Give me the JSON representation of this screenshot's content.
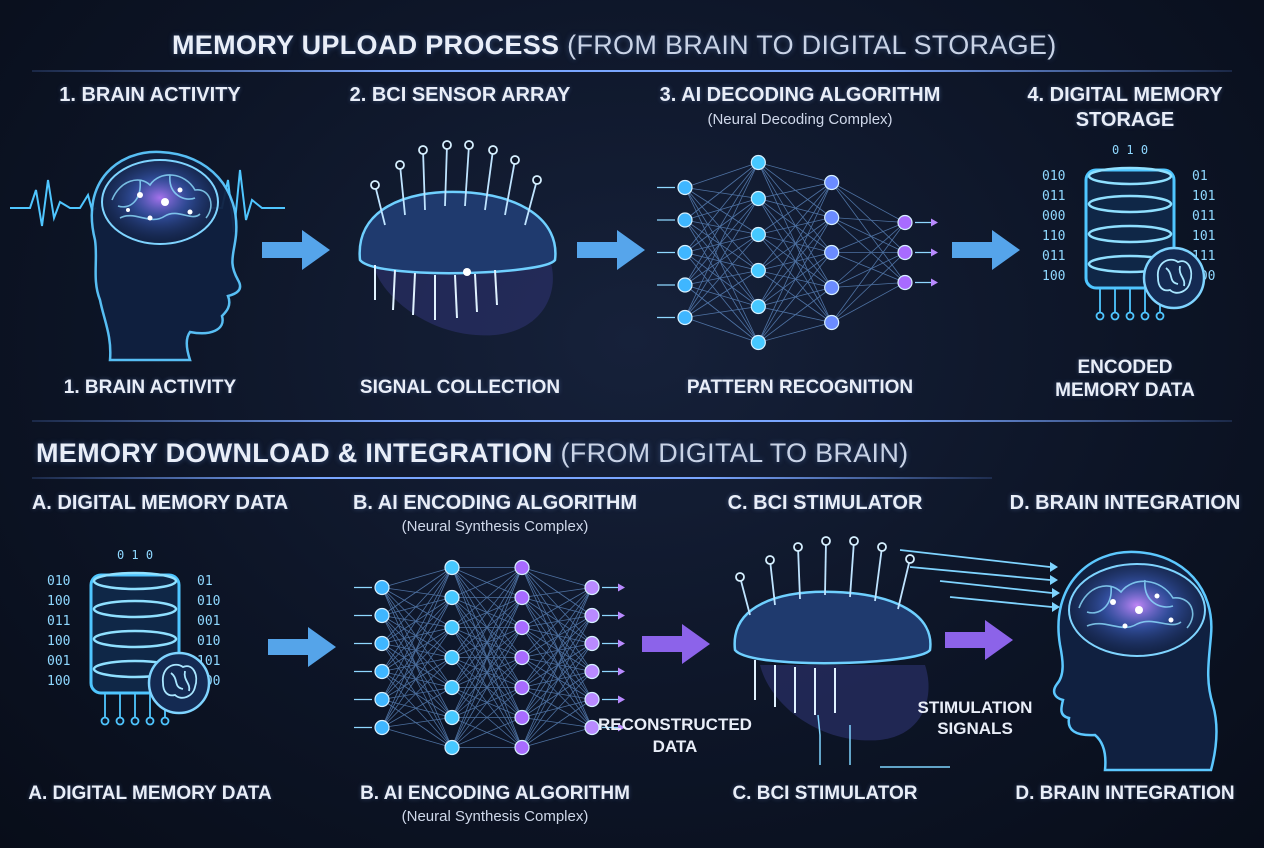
{
  "upload": {
    "title": "MEMORY UPLOAD PROCESS",
    "subtitle": "(FROM BRAIN TO DIGITAL STORAGE)",
    "steps": [
      {
        "heading": "1. BRAIN ACTIVITY",
        "caption": "1. BRAIN ACTIVITY"
      },
      {
        "heading": "2. BCI SENSOR ARRAY",
        "caption": "SIGNAL COLLECTION"
      },
      {
        "heading": "3. AI DECODING ALGORITHM",
        "note": "(Neural Decoding Complex)",
        "caption": "PATTERN RECOGNITION"
      },
      {
        "heading_line1": "4. DIGITAL MEMORY",
        "heading_line2": "STORAGE",
        "caption_line1": "ENCODED",
        "caption_line2": "MEMORY DATA"
      }
    ],
    "binary_left": [
      "010",
      "011",
      "000",
      "110",
      "011",
      "100"
    ],
    "binary_right": [
      "01",
      "101",
      "011",
      "101",
      "111",
      "100"
    ],
    "binary_top": "0 1 0"
  },
  "download": {
    "title": "MEMORY DOWNLOAD & INTEGRATION",
    "subtitle": "(FROM DIGITAL TO BRAIN)",
    "steps": [
      {
        "heading": "A. DIGITAL MEMORY DATA",
        "caption": "A. DIGITAL MEMORY DATA"
      },
      {
        "heading": "B. AI ENCODING ALGORITHM",
        "note": "(Neural Synthesis Complex)",
        "caption": "B. AI ENCODING ALGORITHM",
        "caption_note": "(Neural Synthesis Complex)"
      },
      {
        "heading": "C. BCI STIMULATOR",
        "caption": "C. BCI STIMULATOR"
      },
      {
        "heading": "D. BRAIN INTEGRATION",
        "caption": "D. BRAIN INTEGRATION"
      }
    ],
    "reconstructed_line1": "RECONSTRUCTED",
    "reconstructed_line2": "DATA",
    "stim_line1": "STIMULATION",
    "stim_line2": "SIGNALS",
    "binary_left": [
      "010",
      "100",
      "011",
      "100",
      "001",
      "100"
    ],
    "binary_right": [
      "01",
      "010",
      "001",
      "010",
      "101",
      "100"
    ],
    "binary_top": "0 1 0"
  },
  "colors": {
    "cyan": "#46c8ff",
    "blue": "#3f8cff",
    "purple": "#a86bff",
    "glow": "#8fd8ff"
  }
}
